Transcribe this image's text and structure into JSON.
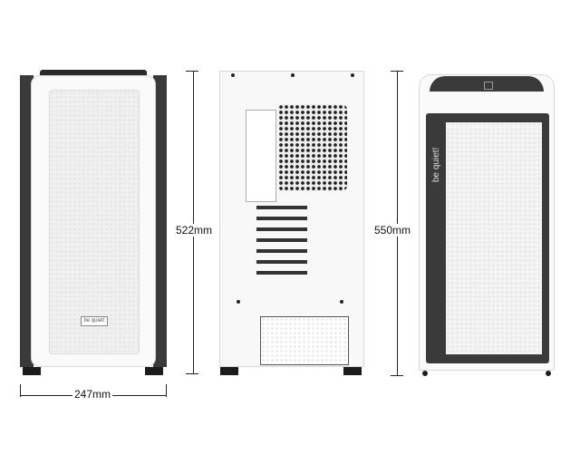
{
  "brand": "be quiet!",
  "dimensions": {
    "width": "247mm",
    "height_body": "522mm",
    "height_total": "550mm"
  },
  "views": [
    "front",
    "back",
    "side"
  ]
}
